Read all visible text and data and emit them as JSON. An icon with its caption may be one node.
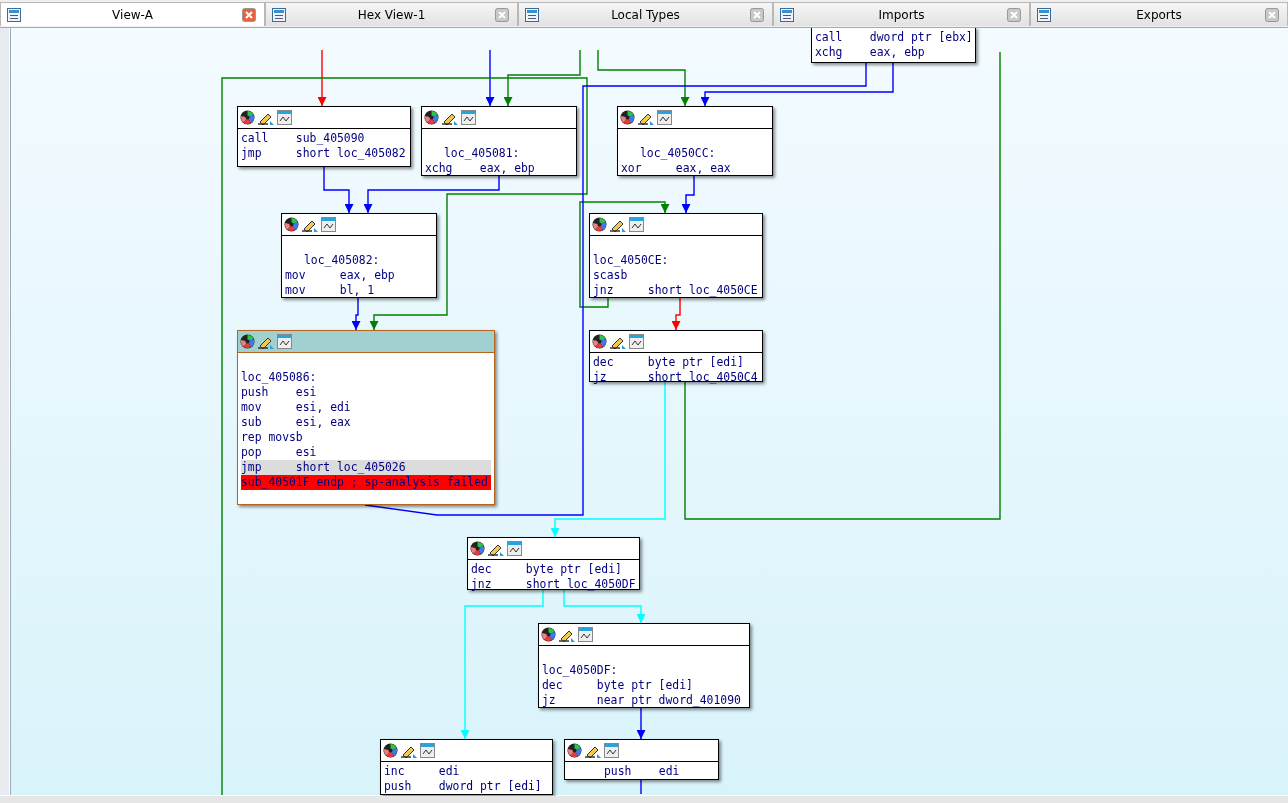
{
  "diagram": {
    "nodes": [
      {
        "text": [
          "call    dword ptr [ebx]",
          "xchg    eax, ebp"
        ]
      },
      {
        "text": [
          "call    sub_405090",
          "jmp     short loc_405082"
        ]
      },
      {
        "text": [
          "loc_405081:",
          "xchg    eax, ebp"
        ]
      },
      {
        "text": [
          "loc_4050CC:",
          "xor     eax, eax"
        ]
      },
      {
        "text": [
          "loc_405082:",
          "mov     eax, ebp",
          "mov     bl, 1"
        ]
      },
      {
        "text": [
          "loc_4050CE:",
          "scasb",
          "jnz     short loc_4050CE"
        ]
      },
      {
        "text": [
          "loc_405086:",
          "push    esi",
          "mov     esi, edi",
          "sub     esi, eax",
          "rep movsb",
          "pop     esi",
          "jmp     short loc_405026",
          "sub_40501F endp ; sp-analysis failed"
        ]
      },
      {
        "text": [
          "dec     byte ptr [edi]",
          "jz      short loc_4050C4"
        ]
      },
      {
        "text": [
          "dec     byte ptr [edi]",
          "jnz     short loc_4050DF"
        ]
      },
      {
        "text": [
          "loc_4050DF:",
          "dec     byte ptr [edi]",
          "jz      near ptr dword_401090"
        ]
      },
      {
        "text": [
          "inc     edi",
          "push    dword ptr [edi]"
        ]
      },
      {
        "text": [
          "push    edi"
        ]
      }
    ],
    "edges": [
      {
        "from": null,
        "to": 1,
        "arrow": "to",
        "color": "#ff0000"
      },
      {
        "from": null,
        "to": 2,
        "arrow": "to"
      },
      {
        "from": null,
        "to": 2,
        "arrow": "to",
        "color": "#008000"
      },
      {
        "from": null,
        "to": 3,
        "arrow": "to",
        "color": "#008000"
      },
      {
        "from": 0,
        "to": 3,
        "arrow": "to"
      },
      {
        "from": 1,
        "to": 4,
        "arrow": "to"
      },
      {
        "from": 2,
        "to": 4,
        "arrow": "to"
      },
      {
        "from": 3,
        "to": 5,
        "arrow": "to"
      },
      {
        "from": 5,
        "to": 5,
        "arrow": "to",
        "color": "#008000"
      },
      {
        "from": null,
        "to": 6,
        "arrow": "to",
        "color": "#008000"
      },
      {
        "from": 4,
        "to": 6,
        "arrow": "to"
      },
      {
        "from": 5,
        "to": 7,
        "arrow": "to",
        "color": "#ff0000"
      },
      {
        "from": 6,
        "to": 0,
        "arrow": "none"
      },
      {
        "from": 7,
        "to": null,
        "arrow": "none",
        "color": "#008000"
      },
      {
        "from": 7,
        "to": 8,
        "arrow": "to",
        "color": "#00ffff"
      },
      {
        "from": 8,
        "to": 10,
        "arrow": "to",
        "color": "#00ffff"
      },
      {
        "from": 8,
        "to": 9,
        "arrow": "to",
        "color": "#00ffff"
      },
      {
        "from": 9,
        "to": 11,
        "arrow": "to"
      },
      {
        "from": 11,
        "to": null,
        "arrow": "none"
      }
    ],
    "labels": [
      "View-A",
      "Hex View-1",
      "Local Types",
      "Imports",
      "Exports"
    ]
  }
}
